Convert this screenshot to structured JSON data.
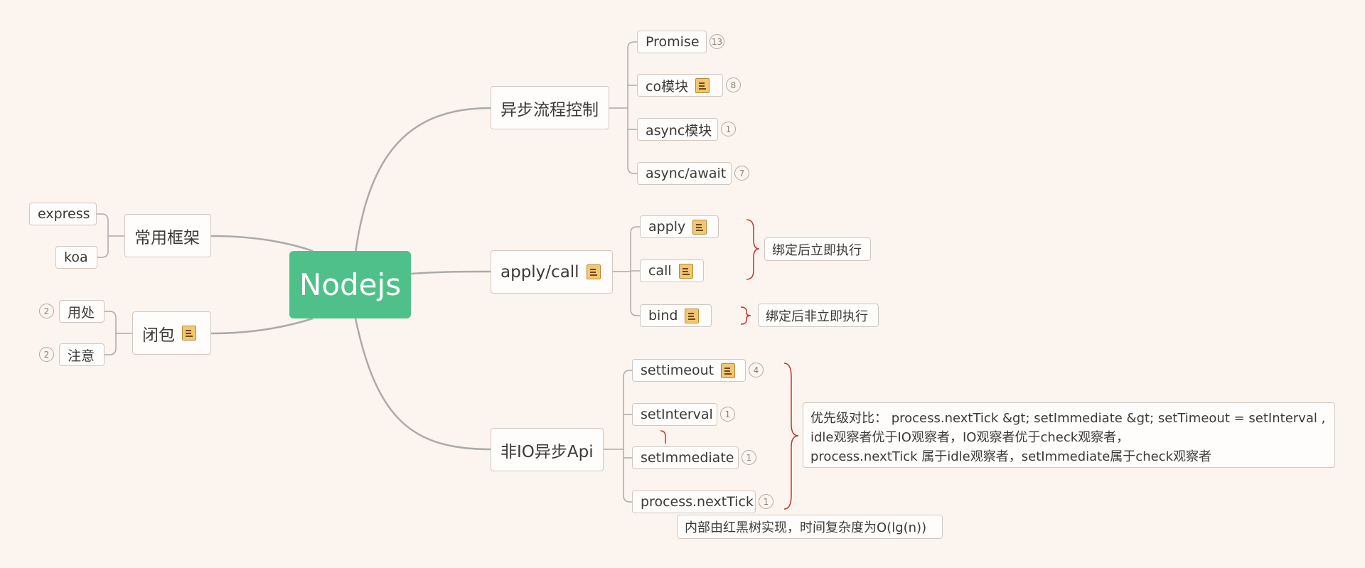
{
  "root": {
    "label": "Nodejs"
  },
  "left": {
    "frameworks": {
      "label": "常用框架",
      "children": [
        "express",
        "koa"
      ]
    },
    "closure": {
      "label": "闭包",
      "children": [
        {
          "label": "用处",
          "count": "2"
        },
        {
          "label": "注意",
          "count": "2"
        }
      ]
    }
  },
  "right": {
    "async_flow": {
      "label": "异步流程控制",
      "children": [
        {
          "label": "Promise",
          "count": "13"
        },
        {
          "label": "co模块",
          "count": "8"
        },
        {
          "label": "async模块",
          "count": "1"
        },
        {
          "label": "async/await",
          "count": "7"
        }
      ]
    },
    "apply_call": {
      "label": "apply/call",
      "children": [
        {
          "label": "apply"
        },
        {
          "label": "call"
        },
        {
          "label": "bind"
        }
      ],
      "summaries": {
        "immediate": "绑定后立即执行",
        "not_immediate": "绑定后非立即执行"
      }
    },
    "non_io": {
      "label": "非IO异步Api",
      "children": [
        {
          "label": "settimeout",
          "count": "4"
        },
        {
          "label": "setInterval",
          "count": "1"
        },
        {
          "label": "setImmediate",
          "count": "1"
        },
        {
          "label": "process.nextTick",
          "count": "1"
        }
      ],
      "summary_lines": [
        "优先级对比：  process.nextTick &gt; setImmediate &gt; setTimeout = setInterval ,",
        "idle观察者优于IO观察者，IO观察者优于check观察者，",
        "process.nextTick 属于idle观察者，setImmediate属于check观察者"
      ],
      "callout": "内部由红黑树实现，时间复杂度为O(lg(n))"
    }
  },
  "colors": {
    "root": "#50c08a",
    "line": "#aaaaaa",
    "brace": "#c8312e",
    "background": "#fcf5ef"
  }
}
